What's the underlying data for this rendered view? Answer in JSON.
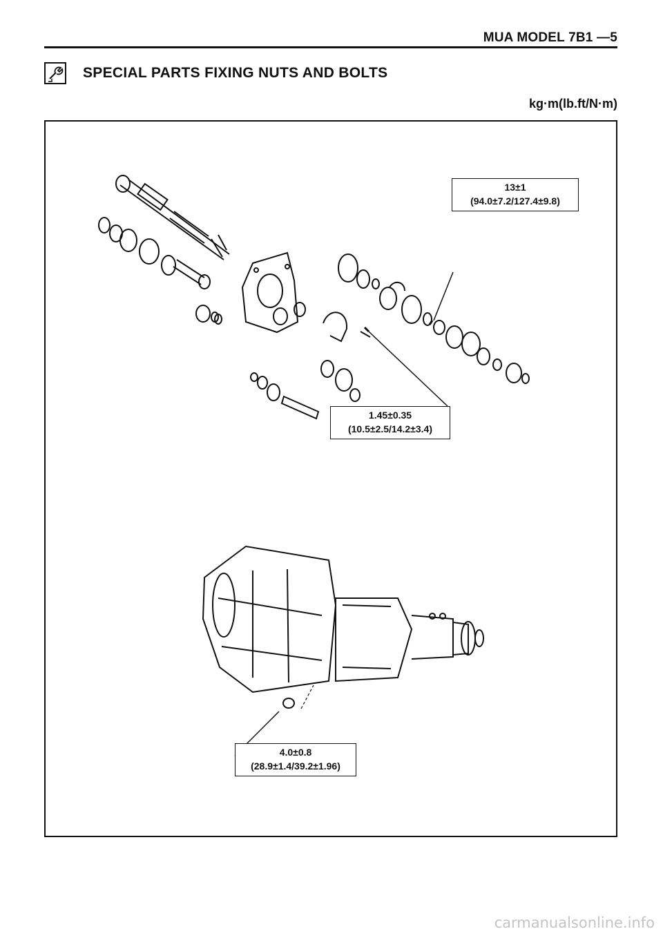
{
  "header": {
    "page_ref": "MUA MODEL  7B1 —5"
  },
  "section": {
    "title": "SPECIAL PARTS FIXING NUTS AND BOLTS",
    "icon": "wrench-icon"
  },
  "units": "kg·m(lb.ft/N·m)",
  "callouts": [
    {
      "value": "13±1",
      "conversion": "(94.0±7.2/127.4±9.8)"
    },
    {
      "value": "1.45±0.35",
      "conversion": "(10.5±2.5/14.2±3.4)"
    },
    {
      "value": "4.0±0.8",
      "conversion": "(28.9±1.4/39.2±1.96)"
    }
  ],
  "watermark": "carmanualsonline.info"
}
